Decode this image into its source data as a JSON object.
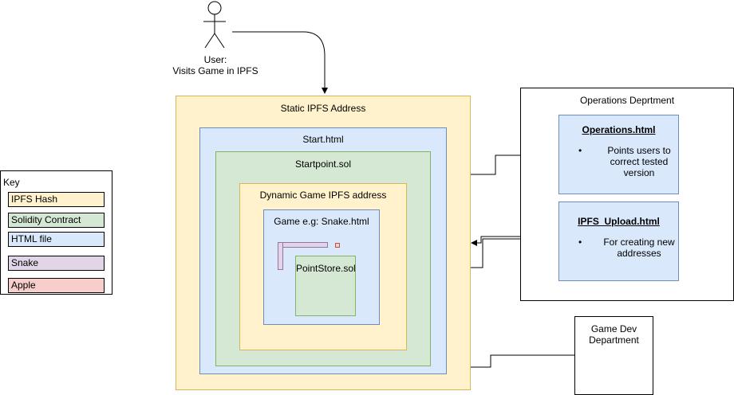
{
  "user": {
    "label_line1": "User:",
    "label_line2": "Visits Game in IPFS"
  },
  "static_ipfs": {
    "label": "Static IPFS Address"
  },
  "start_html": {
    "label": "Start.html"
  },
  "startpoint_sol": {
    "label": "Startpoint.sol"
  },
  "dynamic_ipfs": {
    "label": "Dynamic Game IPFS address"
  },
  "game": {
    "label": "Game e.g: Snake.html"
  },
  "pointstore": {
    "label": "PointStore.sol"
  },
  "operations_dept": {
    "label": "Operations Deprtment",
    "operations_html": {
      "title": "Operations.html",
      "bullet_line1": "Points users to",
      "bullet_line2": "correct tested",
      "bullet_line3": "version"
    },
    "ipfs_upload_html": {
      "title": "IPFS_Upload.html",
      "bullet_line1": "For creating new",
      "bullet_line2": "addresses"
    }
  },
  "gamedev_dept": {
    "label_line1": "Game Dev",
    "label_line2": "Department"
  },
  "key": {
    "title": "Key",
    "items": [
      {
        "label": "IPFS Hash",
        "color": "#fff2cc"
      },
      {
        "label": "Solidity Contract",
        "color": "#d5e8d4"
      },
      {
        "label": "HTML file",
        "color": "#dae8fc"
      },
      {
        "label": "Snake",
        "color": "#e1d5e7"
      },
      {
        "label": "Apple",
        "color": "#f8cecc"
      }
    ]
  },
  "colors": {
    "ipfs_fill": "#fff2cc",
    "ipfs_stroke": "#d6b656",
    "html_fill": "#dae8fc",
    "html_stroke": "#6c8ebf",
    "solidity_fill": "#d5e8d4",
    "solidity_stroke": "#82b366",
    "snake_fill": "#e1d5e7",
    "snake_stroke": "#9673a6",
    "apple_fill": "#f8cecc",
    "apple_stroke": "#b85450"
  }
}
